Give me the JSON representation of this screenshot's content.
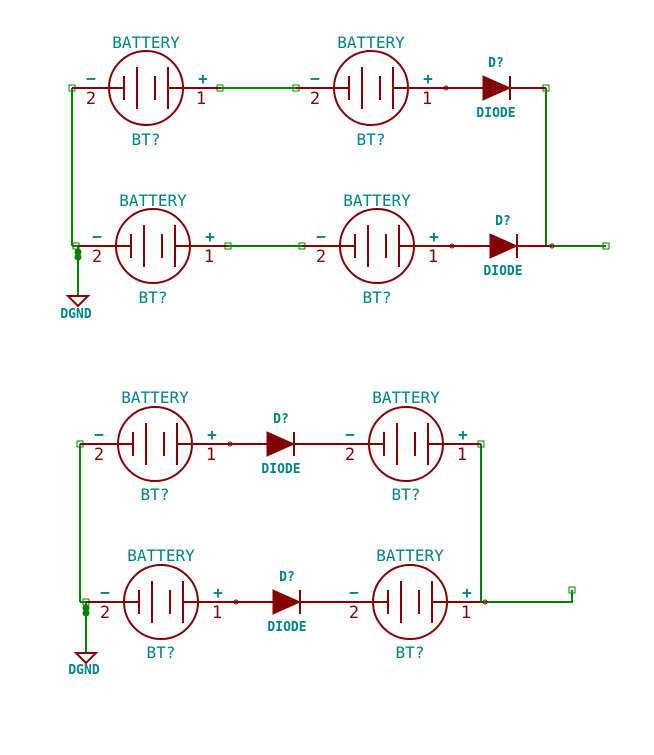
{
  "colors": {
    "component": "#840000",
    "wire": "#008400",
    "text": "#008484",
    "background": "#ffffff"
  },
  "labels": {
    "battery_value": "BATTERY",
    "battery_ref": "BT?",
    "diode_value": "DIODE",
    "diode_ref": "D?",
    "ground": "DGND",
    "pin_positive": "1",
    "pin_negative": "2",
    "sign_positive": "+",
    "sign_negative": "−"
  },
  "circuits": [
    {
      "name": "top-circuit",
      "batteries": 4,
      "diodes": 2,
      "ground_symbols": 1
    },
    {
      "name": "bottom-circuit",
      "batteries": 4,
      "diodes": 2,
      "ground_symbols": 1
    }
  ]
}
